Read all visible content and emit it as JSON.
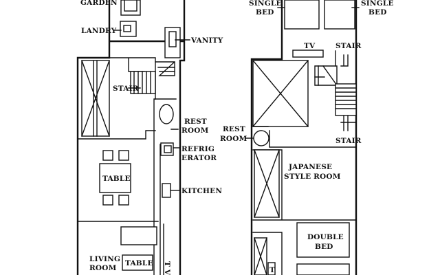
{
  "floor_plan": {
    "ground_floor": {
      "labels": {
        "garden": "GARDEN",
        "laundry": "LANDRY",
        "vanity": "VANITY",
        "stair": "STAIR",
        "rest_room_1": "REST",
        "rest_room_2": "ROOM",
        "refrigerator_1": "REFRIG",
        "refrigerator_2": "ERATOR",
        "dining_table": "TABLE",
        "kitchen": "KITCHEN",
        "living_room_1": "LIVING",
        "living_room_2": "ROOM",
        "living_table": "TABLE",
        "tv": "T V"
      }
    },
    "upper_floor": {
      "labels": {
        "single_bed_left_1": "SINGLE",
        "single_bed_left_2": "BED",
        "single_bed_right_1": "SINGLE",
        "single_bed_right_2": "BED",
        "tv": "TV",
        "stair_top": "STAIR",
        "stair_bottom": "STAIR",
        "rest_room_1": "REST",
        "rest_room_2": "ROOM",
        "japanese_room_1": "JAPANESE",
        "japanese_room_2": "STYLE ROOM",
        "double_bed_1": "DOUBLE",
        "double_bed_2": "BED",
        "tv_bottom": "T"
      }
    }
  }
}
